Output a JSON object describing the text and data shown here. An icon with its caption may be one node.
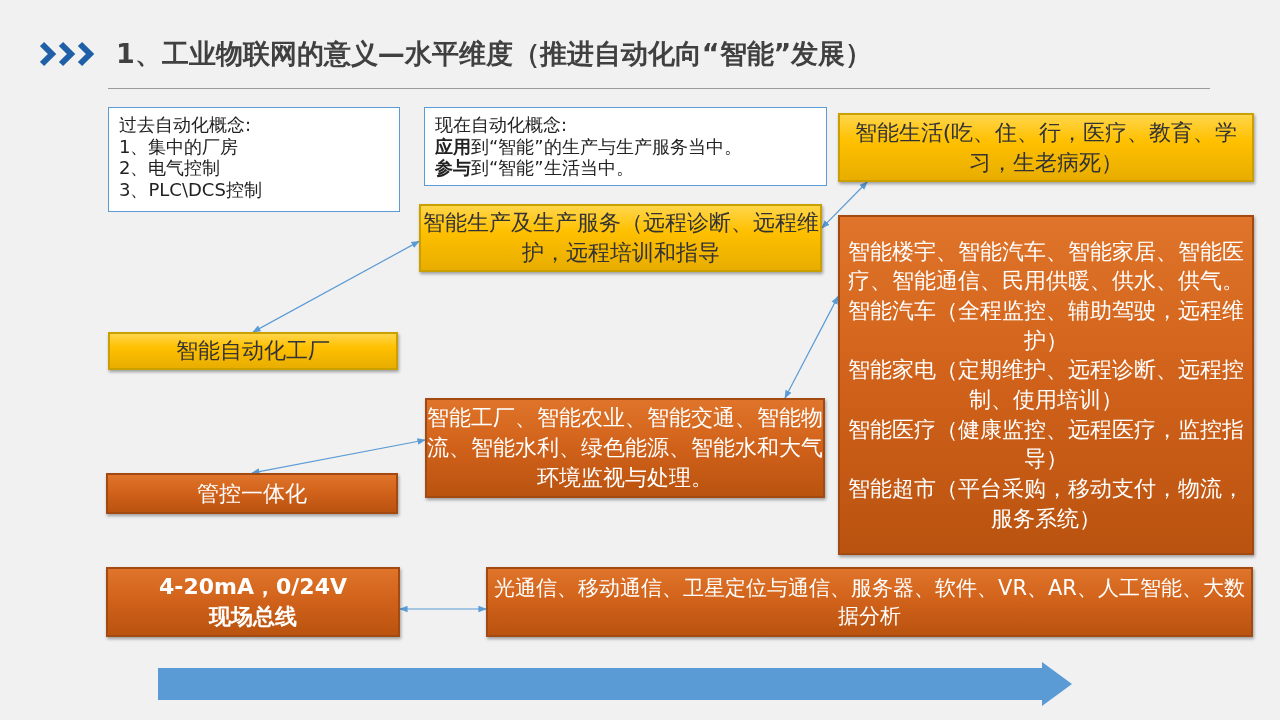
{
  "diagram": {
    "title": "1、工业物联网的意义—水平维度（推进自动化向“智能”发展）",
    "nodes": [
      {
        "text": [
          "过去自动化概念:",
          "1、集中的厂房",
          "2、电气控制",
          "3、PLC\\DCS控制"
        ]
      },
      {
        "text": [
          "现在自动化概念:",
          "**应用**到“智能”的生产与生产服务当中。",
          "**参与**到“智能”生活当中。"
        ]
      },
      {
        "text": [
          "智能生活(吃、住、行，医疗、教育、学习，生老病死）"
        ]
      },
      {
        "text": [
          "智能生产及生产服务（远程诊断、远程维护，远程培训和指导"
        ]
      },
      {
        "text": [
          "智能楼宇、智能汽车、智能家居、智能医疗、智能通信、民用供暖、供水、供气。",
          "智能汽车（全程监控、辅助驾驶，远程维护）",
          "智能家电（定期维护、远程诊断、远程控制、使用培训）",
          "智能医疗（健康监控、远程医疗，监控指导）",
          "智能超市（平台采购，移动支付，物流，服务系统）"
        ]
      },
      {
        "text": [
          "智能自动化工厂"
        ]
      },
      {
        "text": [
          "智能工厂、智能农业、智能交通、智能物流、智能水利、绿色能源、智能水和大气环境监视与处理。"
        ]
      },
      {
        "text": [
          "管控一体化"
        ]
      },
      {
        "text": [
          "4-20mA，0/24V",
          "现场总线"
        ]
      },
      {
        "text": [
          "光通信、移动通信、卫星定位与通信、服务器、软件、VR、AR、人工智能、大数据分析"
        ]
      }
    ],
    "edges": [
      {
        "from": 5,
        "to": 3,
        "arrow": "both"
      },
      {
        "from": 3,
        "to": 2,
        "arrow": "both"
      },
      {
        "from": 6,
        "to": 4,
        "arrow": "both"
      },
      {
        "from": 7,
        "to": 6,
        "arrow": "both"
      },
      {
        "from": 8,
        "to": 9,
        "arrow": "both"
      }
    ]
  }
}
